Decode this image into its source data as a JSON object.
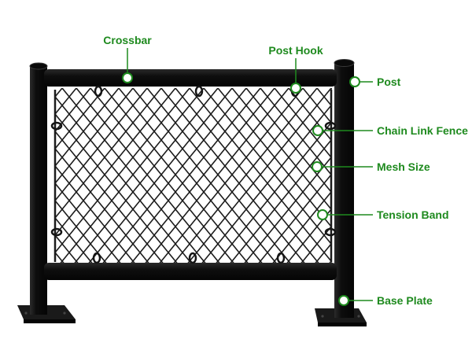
{
  "accent_color": "#1e8a1e",
  "metal_color": "#151515",
  "labels": {
    "crossbar": "Crossbar",
    "post_hook": "Post Hook",
    "post": "Post",
    "chain_link_fence": "Chain Link Fence",
    "mesh_size": "Mesh Size",
    "tension_band": "Tension Band",
    "base_plate": "Base Plate"
  }
}
